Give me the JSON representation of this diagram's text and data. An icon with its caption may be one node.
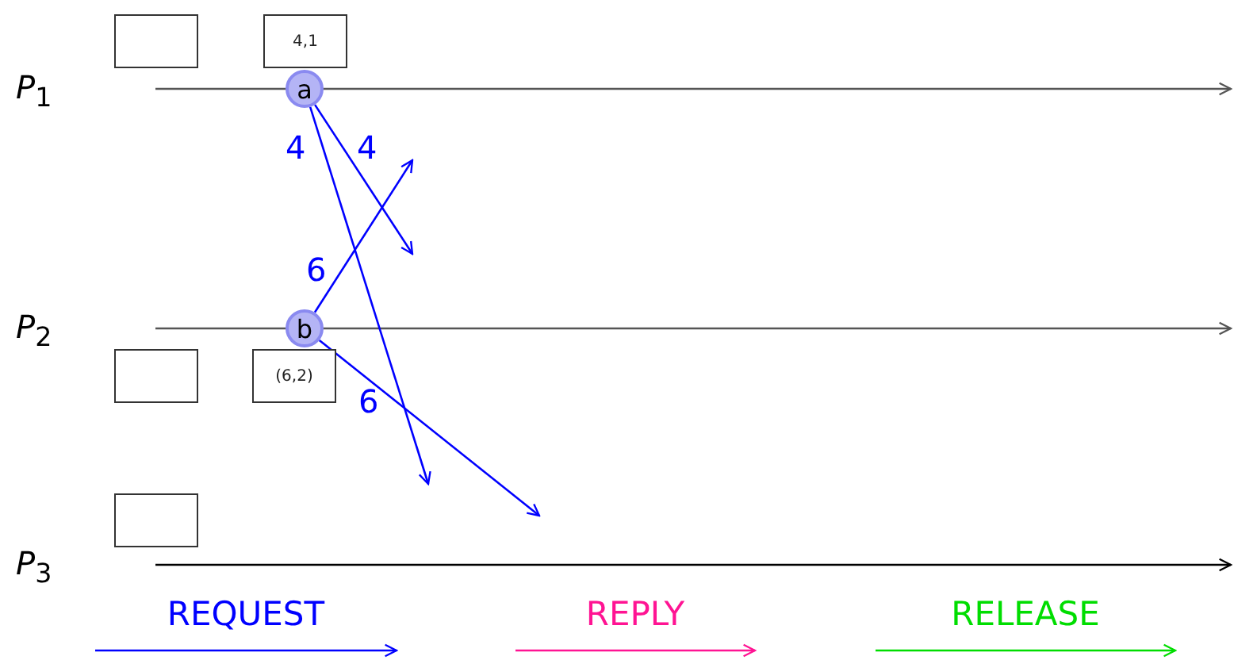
{
  "diagram": {
    "nodes": [
      {
        "text": [],
        "shape": "box"
      },
      {
        "text": [
          "4,1"
        ]
      },
      {
        "text": [
          "a"
        ]
      },
      {
        "text": [
          "b"
        ]
      },
      {
        "text": [],
        "shape": "box"
      },
      {
        "text": [
          "(6,2)"
        ]
      },
      {
        "text": [],
        "shape": "box"
      }
    ],
    "edges": [
      {
        "from": 2,
        "to": null,
        "arrow": "to",
        "label": "4",
        "color": "#0000ff"
      },
      {
        "from": 2,
        "to": null,
        "arrow": "to",
        "label": "4",
        "color": "#0000ff"
      },
      {
        "from": 3,
        "to": null,
        "arrow": "to",
        "label": "6",
        "color": "#0000ff"
      },
      {
        "from": 3,
        "to": null,
        "arrow": "to",
        "label": "6",
        "color": "#0000ff"
      }
    ],
    "labels": [
      "*P*$_{1}$",
      "*P*$_{2}$",
      "*P*$_{3}$"
    ],
    "legend": [
      {
        "text": "REQUEST"
      },
      {
        "text": "REPLY"
      },
      {
        "text": "RELEASE"
      }
    ]
  }
}
